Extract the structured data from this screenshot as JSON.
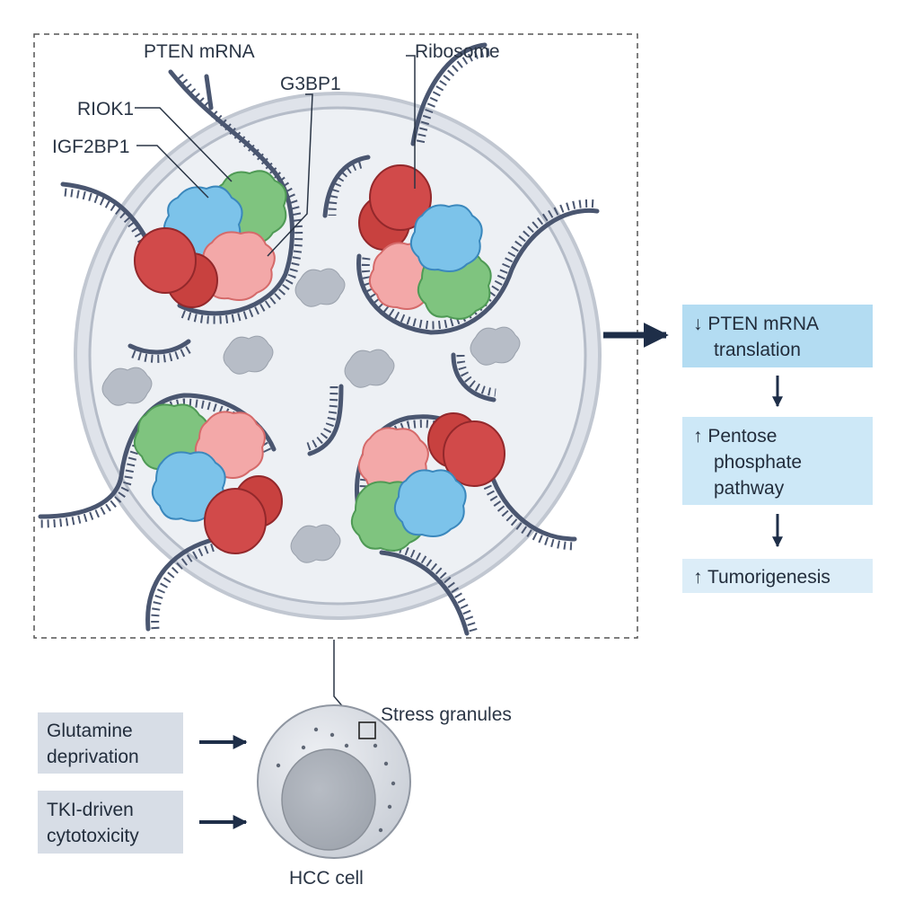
{
  "labels": {
    "pten_mrna": "PTEN mRNA",
    "ribosome": "Ribosome",
    "riok1": "RIOK1",
    "g3bp1": "G3BP1",
    "igf2bp1": "IGF2BP1",
    "stress_granules": "Stress granules",
    "hcc_cell": "HCC cell"
  },
  "outcome_steps": [
    {
      "lines": [
        "↓ PTEN mRNA",
        "translation"
      ]
    },
    {
      "lines": [
        "↑ Pentose",
        "phosphate",
        "pathway"
      ]
    },
    {
      "lines": [
        "↑ Tumorigenesis"
      ]
    }
  ],
  "stimuli": [
    {
      "lines": [
        "Glutamine",
        "deprivation"
      ]
    },
    {
      "lines": [
        "TKI-driven",
        "cytotoxicity"
      ]
    }
  ],
  "colors": {
    "ribosome": "#d14a4a",
    "riok1": "#7fc47f",
    "g3bp1": "#f3a8a8",
    "igf2bp1": "#7cc3ea",
    "mrna": "#4a5670",
    "outcome_box_dark": "#b3dcf2",
    "outcome_box_light": "#d6ecf8",
    "stimulus_box": "#d7dde6",
    "arrow": "#1e2e48"
  }
}
